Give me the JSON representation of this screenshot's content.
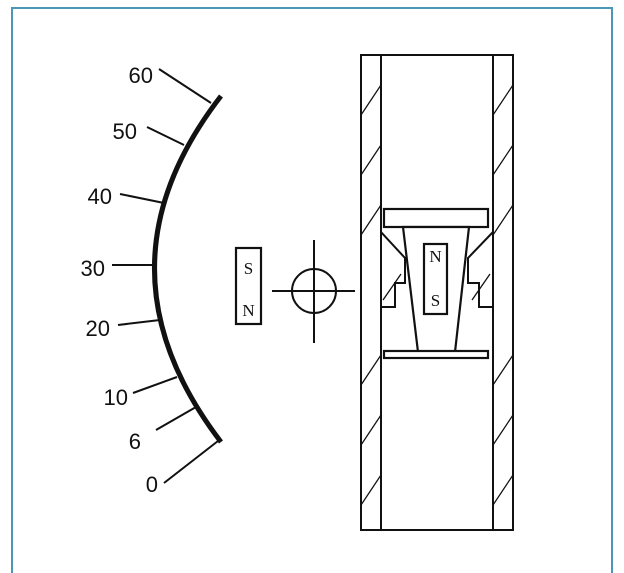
{
  "frame": {
    "border_color": "#4a97b8"
  },
  "scale": {
    "ticks": [
      {
        "label": "60"
      },
      {
        "label": "50"
      },
      {
        "label": "40"
      },
      {
        "label": "30"
      },
      {
        "label": "20"
      },
      {
        "label": "10"
      },
      {
        "label": "6"
      },
      {
        "label": "0"
      }
    ]
  },
  "indicator_magnet": {
    "top_pole": "S",
    "bottom_pole": "N"
  },
  "float_magnet": {
    "top_pole": "N",
    "bottom_pole": "S"
  },
  "colors": {
    "ink": "#111111",
    "background": "#ffffff"
  }
}
